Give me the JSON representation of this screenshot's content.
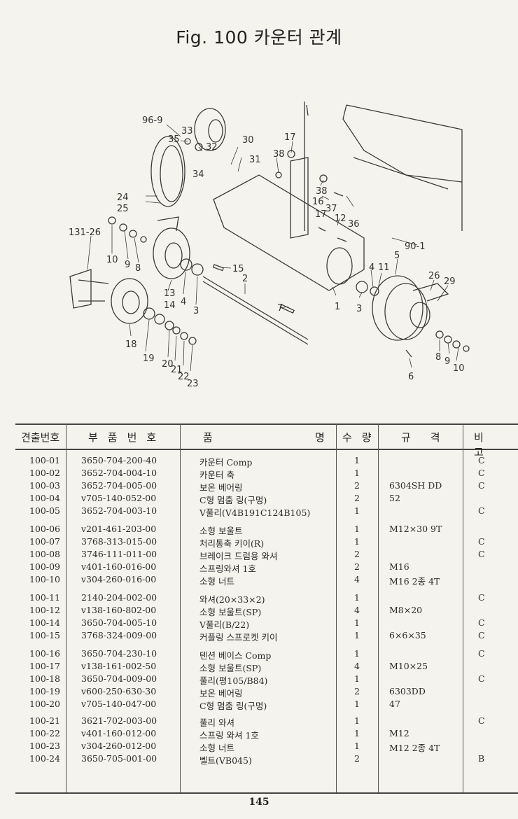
{
  "title": "Fig. 100 카운터 관계",
  "callouts": [
    "96-9",
    "33",
    "35",
    "32",
    "30",
    "31",
    "34",
    "17",
    "38",
    "38",
    "16",
    "37",
    "17",
    "12",
    "36",
    "24",
    "25",
    "131-26",
    "10",
    "9",
    "8",
    "13",
    "14",
    "4",
    "3",
    "15",
    "2",
    "7",
    "1",
    "3",
    "4",
    "11",
    "5",
    "26",
    "29",
    "90-1",
    "18",
    "19",
    "20",
    "21",
    "22",
    "23",
    "8",
    "9",
    "10",
    "6"
  ],
  "table": {
    "headers": {
      "no": "견출번호",
      "part": "부품번호",
      "name_left": "품",
      "name_right": "명",
      "qty": "수량",
      "spec": "규격",
      "note": "비고"
    },
    "rows": [
      {
        "no": "100-01",
        "part": "3650-704-200-40",
        "name": "카운터 Comp",
        "qty": "1",
        "spec": "",
        "note": "C"
      },
      {
        "no": "100-02",
        "part": "3652-704-004-10",
        "name": "카운터 축",
        "qty": "1",
        "spec": "",
        "note": "C"
      },
      {
        "no": "100-03",
        "part": "3652-704-005-00",
        "name": "보온 베어링",
        "qty": "2",
        "spec": "6304SH DD",
        "note": "C"
      },
      {
        "no": "100-04",
        "part": "v705-140-052-00",
        "name": "C형 멈춤 링(구멍)",
        "qty": "2",
        "spec": "52",
        "note": ""
      },
      {
        "no": "100-05",
        "part": "3652-704-003-10",
        "name": "V풀리(V4B191C124B105)",
        "qty": "1",
        "spec": "",
        "note": "C"
      },
      {
        "no": "100-06",
        "part": "v201-461-203-00",
        "name": "소형 보울트",
        "qty": "1",
        "spec": "M12×30 9T",
        "note": ""
      },
      {
        "no": "100-07",
        "part": "3768-313-015-00",
        "name": "처리통축 키이(R)",
        "qty": "1",
        "spec": "",
        "note": "C"
      },
      {
        "no": "100-08",
        "part": "3746-111-011-00",
        "name": "브레이크 드럼용 와셔",
        "qty": "2",
        "spec": "",
        "note": "C"
      },
      {
        "no": "100-09",
        "part": "v401-160-016-00",
        "name": "스프링와셔 1호",
        "qty": "2",
        "spec": "M16",
        "note": ""
      },
      {
        "no": "100-10",
        "part": "v304-260-016-00",
        "name": "소형 너트",
        "qty": "4",
        "spec": "M16 2종 4T",
        "note": ""
      },
      {
        "no": "100-11",
        "part": "2140-204-002-00",
        "name": "와셔(20×33×2)",
        "qty": "1",
        "spec": "",
        "note": "C"
      },
      {
        "no": "100-12",
        "part": "v138-160-802-00",
        "name": "소형 보울트(SP)",
        "qty": "4",
        "spec": "M8×20",
        "note": ""
      },
      {
        "no": "100-14",
        "part": "3650-704-005-10",
        "name": "V풀리(B/22)",
        "qty": "1",
        "spec": "",
        "note": "C"
      },
      {
        "no": "100-15",
        "part": "3768-324-009-00",
        "name": "커플링 스프로켓 키이",
        "qty": "1",
        "spec": "6×6×35",
        "note": "C"
      },
      {
        "no": "100-16",
        "part": "3650-704-230-10",
        "name": "텐션 베이스 Comp",
        "qty": "1",
        "spec": "",
        "note": "C"
      },
      {
        "no": "100-17",
        "part": "v138-161-002-50",
        "name": "소형 보울트(SP)",
        "qty": "4",
        "spec": "M10×25",
        "note": ""
      },
      {
        "no": "100-18",
        "part": "3650-704-009-00",
        "name": "풀리(평105/B84)",
        "qty": "1",
        "spec": "",
        "note": "C"
      },
      {
        "no": "100-19",
        "part": "v600-250-630-30",
        "name": "보온 베어링",
        "qty": "2",
        "spec": "6303DD",
        "note": ""
      },
      {
        "no": "100-20",
        "part": "v705-140-047-00",
        "name": "C형 멈춤 링(구멍)",
        "qty": "1",
        "spec": "47",
        "note": ""
      },
      {
        "no": "100-21",
        "part": "3621-702-003-00",
        "name": "풀리 와셔",
        "qty": "1",
        "spec": "",
        "note": "C"
      },
      {
        "no": "100-22",
        "part": "v401-160-012-00",
        "name": "스프링 와셔 1호",
        "qty": "1",
        "spec": "M12",
        "note": ""
      },
      {
        "no": "100-23",
        "part": "v304-260-012-00",
        "name": "소형 너트",
        "qty": "1",
        "spec": "M12 2종 4T",
        "note": ""
      },
      {
        "no": "100-24",
        "part": "3650-705-001-00",
        "name": "벨트(VB045)",
        "qty": "2",
        "spec": "",
        "note": "B"
      }
    ]
  },
  "page_number": "145"
}
